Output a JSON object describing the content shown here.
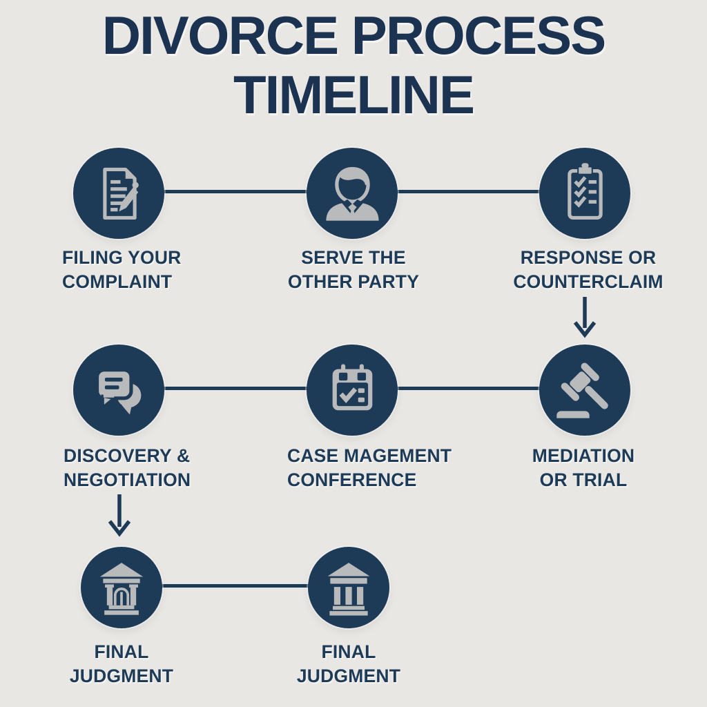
{
  "title": {
    "line1": "DIVORCE PROCESS",
    "line2": "TIMELINE"
  },
  "colors": {
    "background": "#e8e7e4",
    "navy": "#1d3a57",
    "title_text": "#1b3250",
    "icon_gray": "#b9babc"
  },
  "nodes": [
    {
      "id": "filing-your-complaint",
      "icon": "document-pen-icon",
      "label_line1": "FILING YOUR",
      "label_line2": "COMPLAINT"
    },
    {
      "id": "serve-the-other-party",
      "icon": "person-icon",
      "label_line1": "SERVE THE",
      "label_line2": "OTHER PARTY"
    },
    {
      "id": "response-or-counterclaim",
      "icon": "clipboard-checklist-icon",
      "label_line1": "RESPONSE OR",
      "label_line2": "COUNTERCLAIM"
    },
    {
      "id": "discovery-negotiation",
      "icon": "chat-bubbles-icon",
      "label_line1": "DISCOVERY &",
      "label_line2": "NEGOTIATION"
    },
    {
      "id": "case-magement-conference",
      "icon": "calendar-check-icon",
      "label_line1": "CASE MAGEMENT",
      "label_line2": "CONFERENCE"
    },
    {
      "id": "mediation-or-trial",
      "icon": "gavel-icon",
      "label_line1": "MEDIATION",
      "label_line2": "OR TRIAL"
    },
    {
      "id": "final-judgment-left",
      "icon": "courthouse-arch-icon",
      "label_line1": "FINAL",
      "label_line2": "JUDGMENT"
    },
    {
      "id": "final-judgment-right",
      "icon": "courthouse-columns-icon",
      "label_line1": "FINAL",
      "label_line2": "JUDGMENT"
    }
  ],
  "connectors": [
    {
      "type": "line",
      "from": "filing-your-complaint",
      "to": "serve-the-other-party"
    },
    {
      "type": "line",
      "from": "serve-the-other-party",
      "to": "response-or-counterclaim"
    },
    {
      "type": "arrow-down",
      "from": "response-or-counterclaim",
      "to": "mediation-or-trial"
    },
    {
      "type": "line",
      "from": "discovery-negotiation",
      "to": "case-magement-conference"
    },
    {
      "type": "line",
      "from": "case-magement-conference",
      "to": "mediation-or-trial"
    },
    {
      "type": "arrow-down",
      "from": "discovery-negotiation",
      "to": "final-judgment-left"
    },
    {
      "type": "line",
      "from": "final-judgment-left",
      "to": "final-judgment-right"
    }
  ]
}
